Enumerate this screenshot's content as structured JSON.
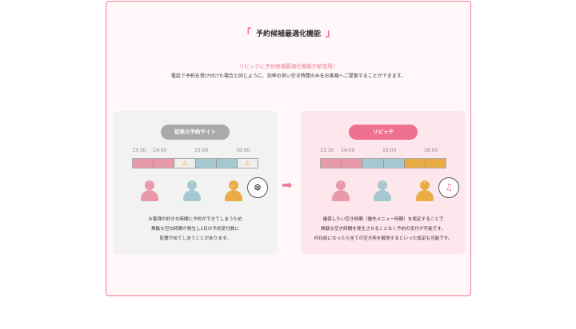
{
  "title": "予約候補最適化機能",
  "lead": "リピッテに予約候補最適化機能が新登場！",
  "subtitle": "電話で予約を受け付けた場合と同じように、効率の良い空き時間のみをお客様へご提案することができます。",
  "times": [
    "13:30",
    "14:00",
    "15:00",
    "16:00"
  ],
  "left": {
    "label": "従来の予約サイト",
    "desc": [
      "お客様の好きな時間に予約ができてしまうため",
      "無駄な空白時間が発生し1日の予約受付数に",
      "影響が出てしまうことがあります。"
    ]
  },
  "right": {
    "label": "リピッテ",
    "desc": [
      "確保したい空き時間（優先メニュー時間）を設定することで",
      "無駄な空き時間を発生させることなく予約の受付が可能です。",
      "何日前になったら全ての空き枠を解放するといった設定も可能です。"
    ]
  },
  "colors": {
    "pink": "#e89aaa",
    "blue": "#a6c9d1",
    "orange": "#e9ac45",
    "accent": "#f07090"
  }
}
